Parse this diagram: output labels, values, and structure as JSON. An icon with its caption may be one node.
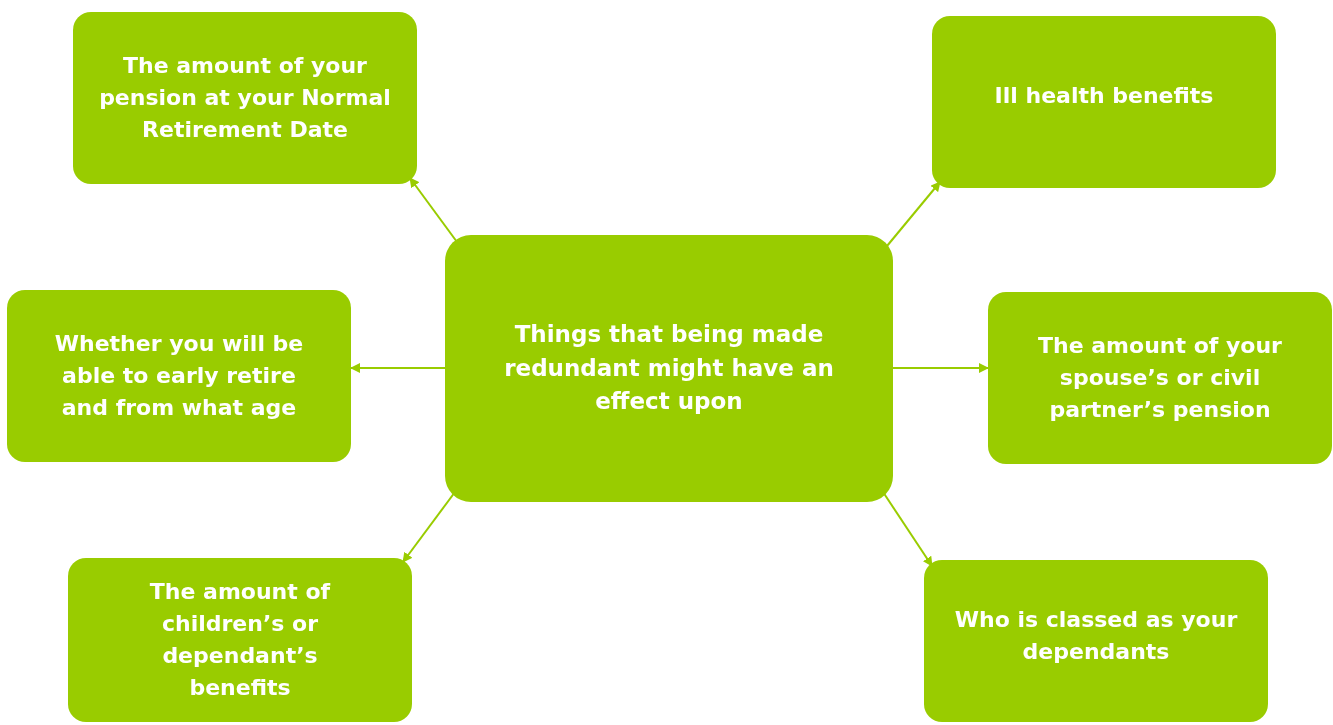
{
  "diagram": {
    "nodes": [
      {
        "text": [
          "The amount of your pension at your Normal Retirement Date"
        ]
      },
      {
        "text": [
          "Ill health benefits"
        ]
      },
      {
        "text": [
          "Whether you will be able to early retire and from what age"
        ]
      },
      {
        "text": [
          "Things that being made redundant might have an effect upon"
        ]
      },
      {
        "text": [
          "The amount of your spouse’s or civil partner’s pension"
        ]
      },
      {
        "text": [
          "The amount of children’s or dependant’s benefits"
        ]
      },
      {
        "text": [
          "Who is classed as your dependants"
        ]
      }
    ],
    "edges": [
      {
        "from": 3,
        "to": 0,
        "arrow": "to"
      },
      {
        "from": 3,
        "to": 1,
        "arrow": "to"
      },
      {
        "from": 3,
        "to": 2,
        "arrow": "to"
      },
      {
        "from": 3,
        "to": 4,
        "arrow": "to"
      },
      {
        "from": 3,
        "to": 5,
        "arrow": "to"
      },
      {
        "from": 3,
        "to": 6,
        "arrow": "to"
      }
    ]
  }
}
